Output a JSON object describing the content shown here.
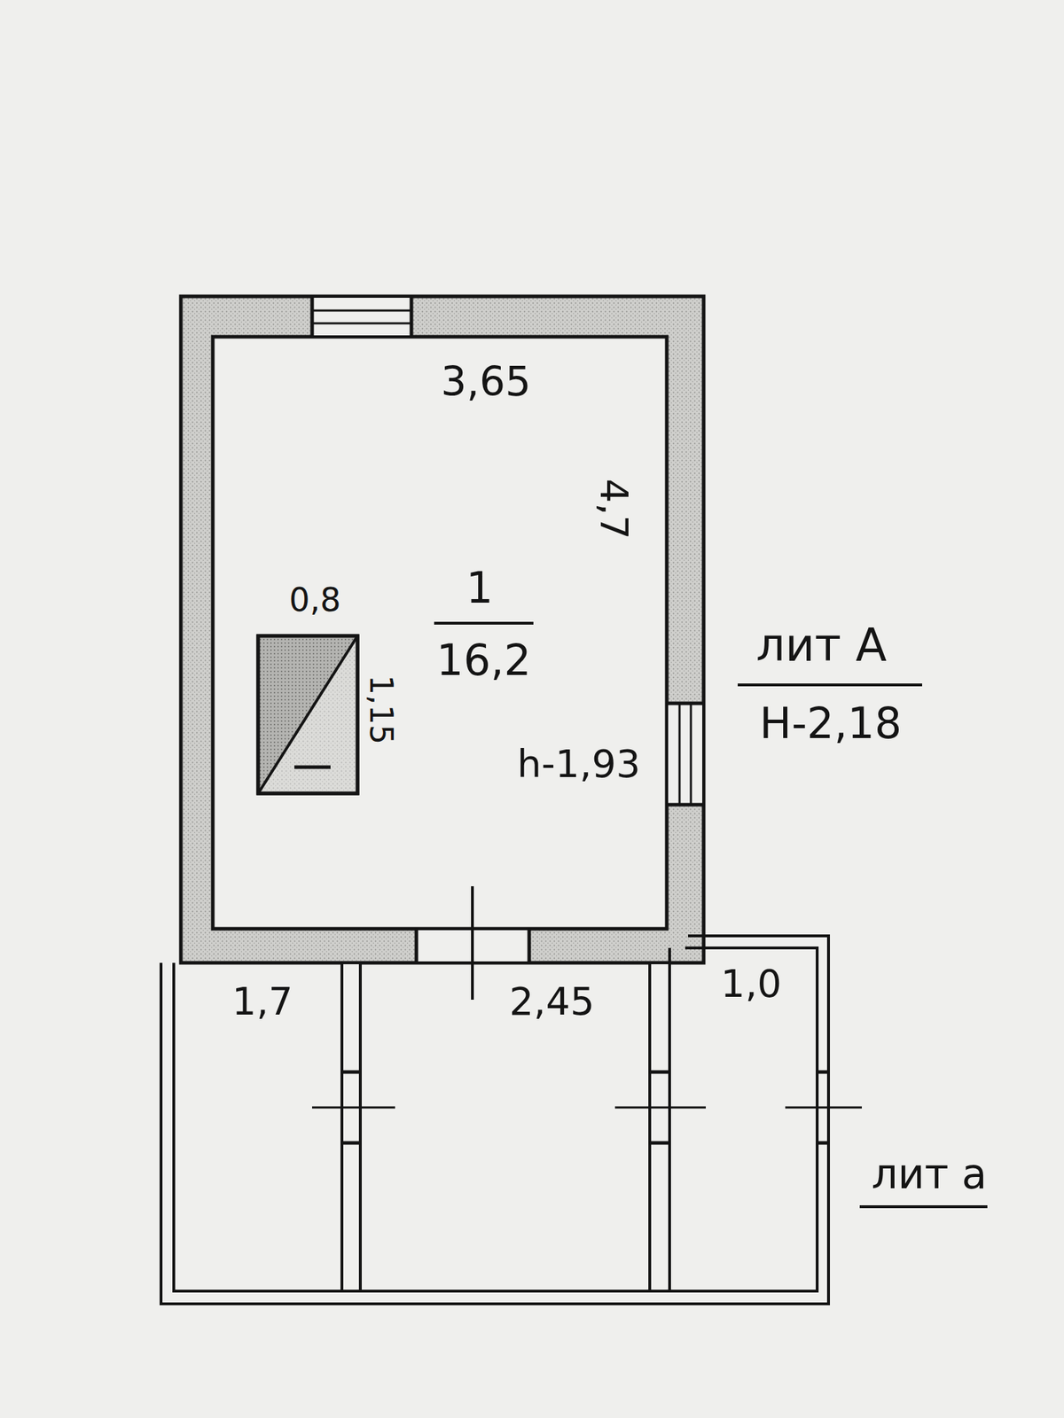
{
  "diagram": {
    "nodes": [
      {
        "text": [
          "1",
          "16,2"
        ]
      },
      {
        "text": [
          "1,7"
        ]
      },
      {
        "text": [
          "2,45"
        ]
      },
      {
        "text": [
          "1,0"
        ]
      }
    ],
    "labels": [
      "3,65",
      "4,7",
      "0,8",
      "1,15",
      "h-1,93",
      "лит А",
      "Н-2,18",
      "лит а"
    ]
  }
}
